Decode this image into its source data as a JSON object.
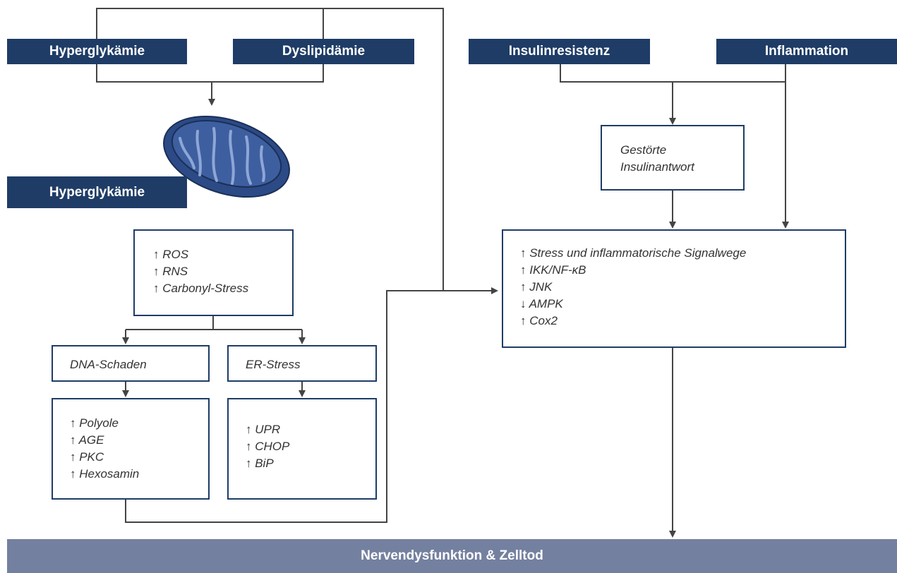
{
  "boxes": {
    "hyperglykaemie_top": "Hyperglykämie",
    "dyslipidaemie": "Dyslipidämie",
    "insulinresistenz": "Insulinresistenz",
    "inflammation": "Inflammation",
    "hyperglykaemie_mid": "Hyperglykämie",
    "gestoerte_insulinantwort": [
      "Gestörte",
      "Insulinantwort"
    ],
    "oxidative_stress": [
      "↑ ROS",
      "↑ RNS",
      "↑ Carbonyl-Stress"
    ],
    "dna_schaden": "DNA-Schaden",
    "er_stress": "ER-Stress",
    "polyole_list": [
      "↑ Polyole",
      "↑ AGE",
      "↑ PKC",
      "↑ Hexosamin"
    ],
    "upr_list": [
      "↑ UPR",
      "↑ CHOP",
      "↑ BiP"
    ],
    "signal_list": [
      "↑ Stress und inflammatorische Signalwege",
      "↑ IKK/NF-κB",
      "↑ JNK",
      "↓ AMPK",
      "↑ Cox2"
    ],
    "footer": "Nervendysfunktion & Zelltod"
  },
  "colors": {
    "dark_box": "#1e3c66",
    "footer_bar": "#74809f",
    "line": "#444444"
  },
  "icons": {
    "mitochondrion": "mitochondrion-illustration"
  }
}
